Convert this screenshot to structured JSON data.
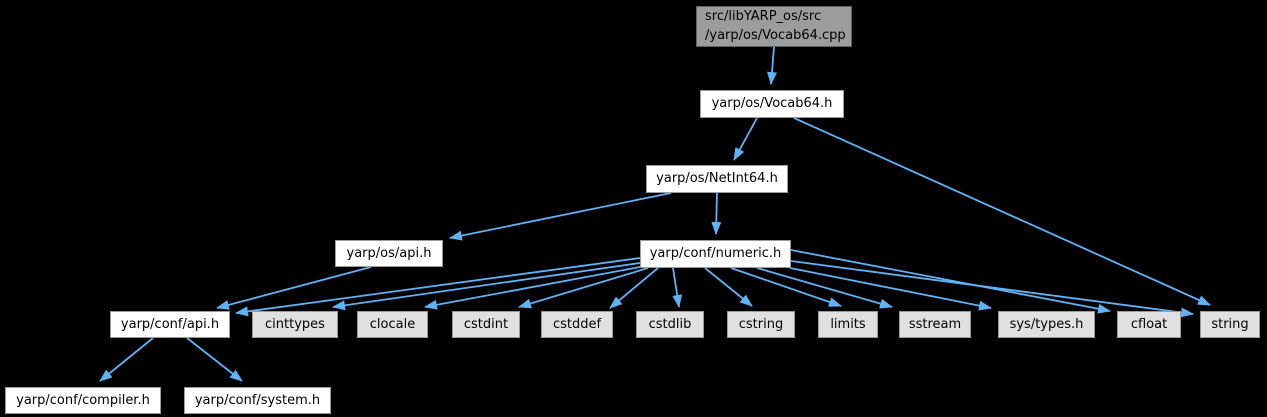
{
  "colors": {
    "background": "#000000",
    "edge": "#5fb2f4",
    "node_fill": "#ffffff",
    "node_border": "#9b9b9b",
    "leaf_fill": "#e0e0e0",
    "root_fill": "#9c9c9c",
    "root_border": "#616161",
    "label_color": "#000000"
  },
  "graph": {
    "type": "include-dependency-graph",
    "nodes": [
      {
        "id": "vocab64-cpp",
        "label": "src/libYARP_os/src\n/yarp/os/Vocab64.cpp",
        "kind": "root"
      },
      {
        "id": "vocab64-h",
        "label": "yarp/os/Vocab64.h",
        "kind": "internal"
      },
      {
        "id": "netint64-h",
        "label": "yarp/os/NetInt64.h",
        "kind": "internal"
      },
      {
        "id": "os-api-h",
        "label": "yarp/os/api.h",
        "kind": "internal"
      },
      {
        "id": "numeric-h",
        "label": "yarp/conf/numeric.h",
        "kind": "internal"
      },
      {
        "id": "conf-api-h",
        "label": "yarp/conf/api.h",
        "kind": "internal"
      },
      {
        "id": "cinttypes",
        "label": "cinttypes",
        "kind": "leaf"
      },
      {
        "id": "clocale",
        "label": "clocale",
        "kind": "leaf"
      },
      {
        "id": "cstdint",
        "label": "cstdint",
        "kind": "leaf"
      },
      {
        "id": "cstddef",
        "label": "cstddef",
        "kind": "leaf"
      },
      {
        "id": "cstdlib",
        "label": "cstdlib",
        "kind": "leaf"
      },
      {
        "id": "cstring",
        "label": "cstring",
        "kind": "leaf"
      },
      {
        "id": "limits",
        "label": "limits",
        "kind": "leaf"
      },
      {
        "id": "sstream",
        "label": "sstream",
        "kind": "leaf"
      },
      {
        "id": "sys-types-h",
        "label": "sys/types.h",
        "kind": "leaf"
      },
      {
        "id": "cfloat",
        "label": "cfloat",
        "kind": "leaf"
      },
      {
        "id": "string",
        "label": "string",
        "kind": "leaf"
      },
      {
        "id": "conf-compiler-h",
        "label": "yarp/conf/compiler.h",
        "kind": "internal"
      },
      {
        "id": "conf-system-h",
        "label": "yarp/conf/system.h",
        "kind": "internal"
      }
    ],
    "edges": [
      {
        "from": "vocab64-cpp",
        "to": "vocab64-h"
      },
      {
        "from": "vocab64-h",
        "to": "netint64-h"
      },
      {
        "from": "vocab64-h",
        "to": "string"
      },
      {
        "from": "netint64-h",
        "to": "os-api-h"
      },
      {
        "from": "netint64-h",
        "to": "numeric-h"
      },
      {
        "from": "os-api-h",
        "to": "conf-api-h"
      },
      {
        "from": "numeric-h",
        "to": "conf-api-h"
      },
      {
        "from": "numeric-h",
        "to": "cinttypes"
      },
      {
        "from": "numeric-h",
        "to": "clocale"
      },
      {
        "from": "numeric-h",
        "to": "cstdint"
      },
      {
        "from": "numeric-h",
        "to": "cstddef"
      },
      {
        "from": "numeric-h",
        "to": "cstdlib"
      },
      {
        "from": "numeric-h",
        "to": "cstring"
      },
      {
        "from": "numeric-h",
        "to": "limits"
      },
      {
        "from": "numeric-h",
        "to": "sstream"
      },
      {
        "from": "numeric-h",
        "to": "sys-types-h"
      },
      {
        "from": "numeric-h",
        "to": "cfloat"
      },
      {
        "from": "numeric-h",
        "to": "string"
      },
      {
        "from": "conf-api-h",
        "to": "conf-compiler-h"
      },
      {
        "from": "conf-api-h",
        "to": "conf-system-h"
      }
    ]
  }
}
